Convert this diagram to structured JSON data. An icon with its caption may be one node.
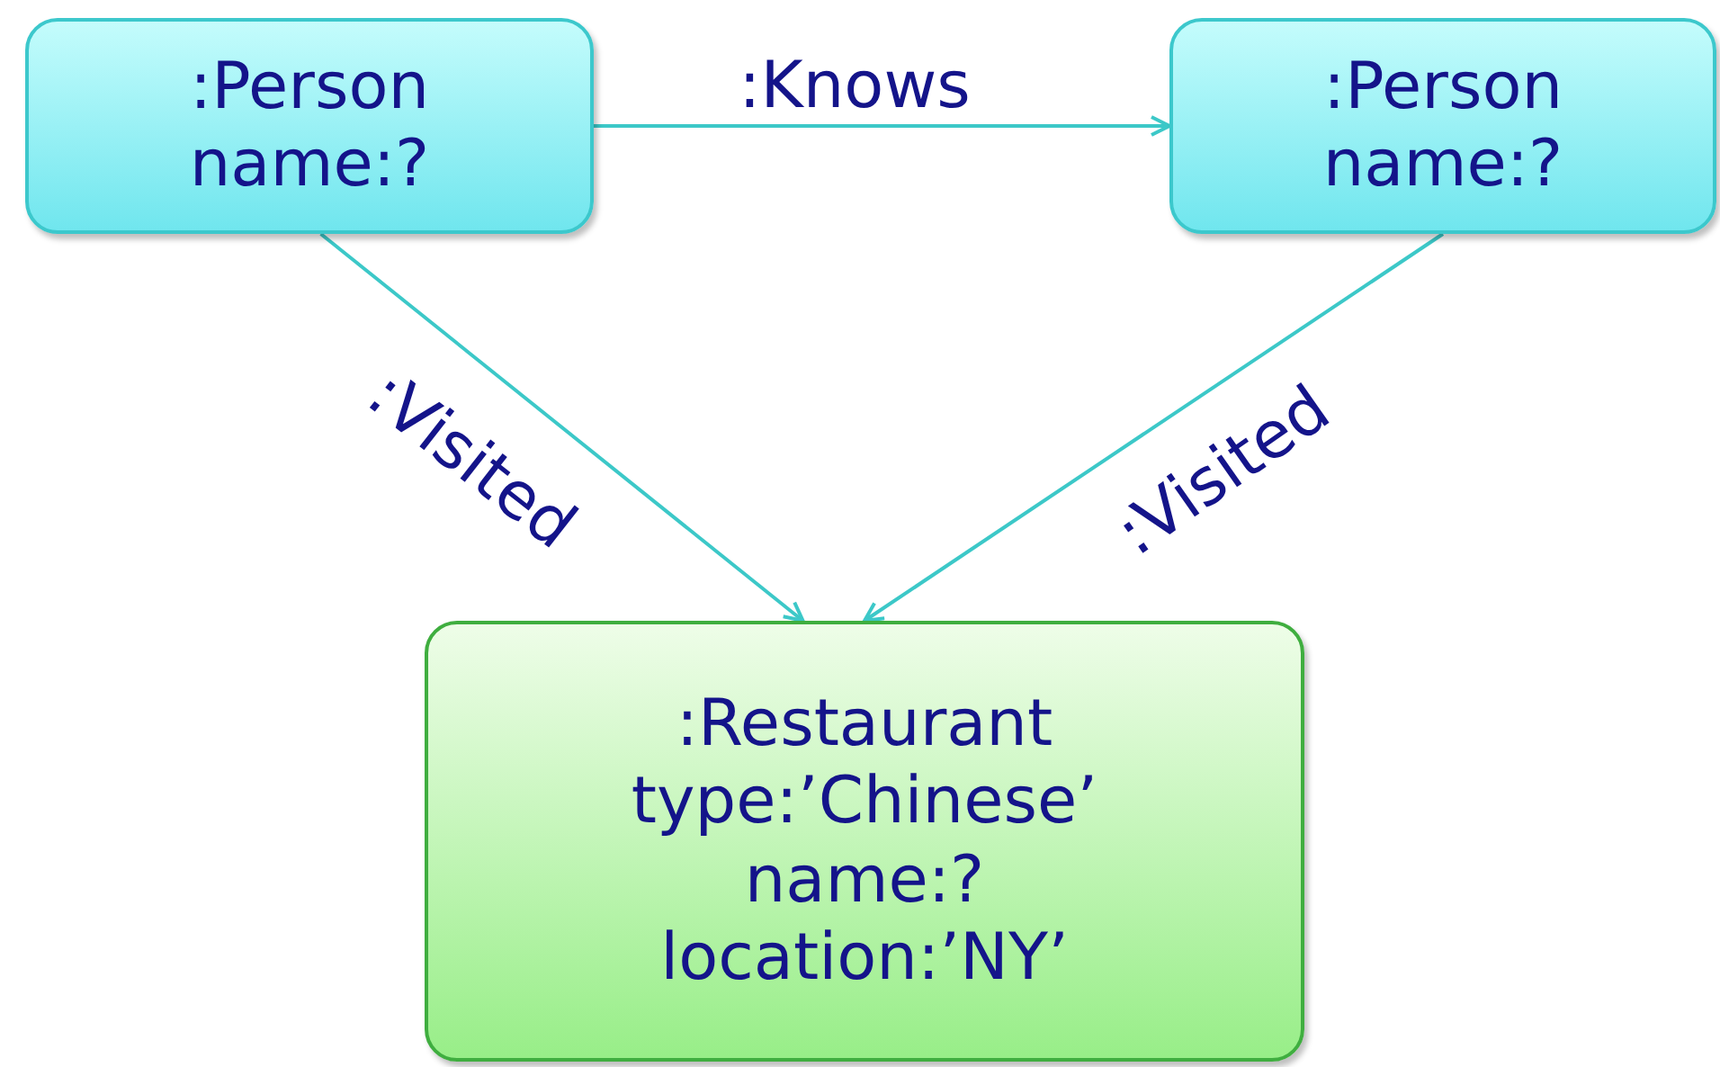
{
  "diagram": {
    "nodes": [
      {
        "text": [
          ":Person",
          "name:?"
        ]
      },
      {
        "text": [
          ":Person",
          "name:?"
        ]
      },
      {
        "text": [
          ":Restaurant",
          "type:’Chinese’",
          "name:?",
          "location:’NY’"
        ]
      }
    ],
    "edges": [
      {
        "from": 0,
        "to": 1,
        "arrow": "to",
        "label": ":Knows"
      },
      {
        "from": 0,
        "to": 2,
        "arrow": "to",
        "label": ":Visited"
      },
      {
        "from": 1,
        "to": 2,
        "arrow": "to",
        "label": ":Visited"
      }
    ]
  }
}
